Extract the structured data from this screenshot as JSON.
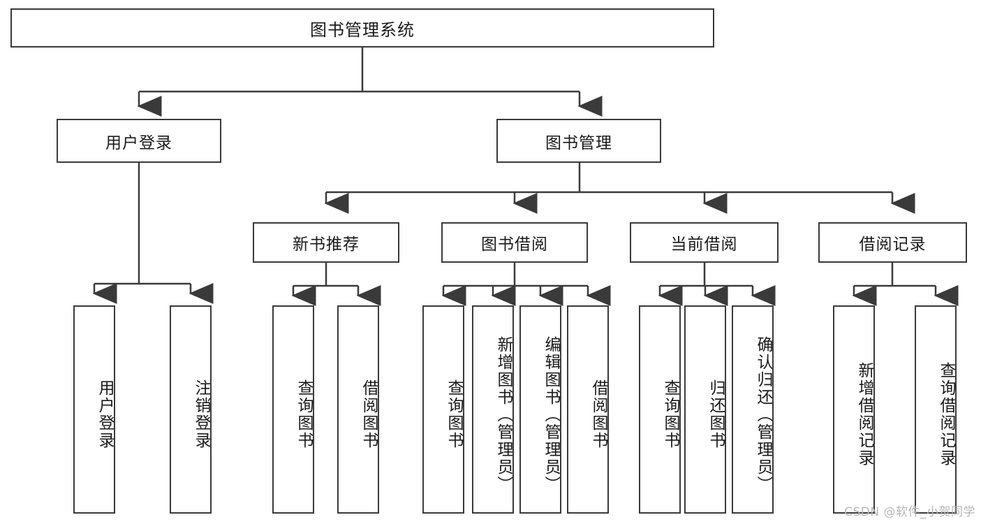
{
  "diagram": {
    "title_node": {
      "label": "图书管理系统"
    },
    "level2": [
      {
        "label": "用户登录"
      },
      {
        "label": "图书管理"
      }
    ],
    "level3": [
      {
        "label": "新书推荐"
      },
      {
        "label": "图书借阅"
      },
      {
        "label": "当前借阅"
      },
      {
        "label": "借阅记录"
      }
    ],
    "leaves": {
      "user_login": [
        {
          "label": "用户登录"
        },
        {
          "label": "注销登录"
        }
      ],
      "new_book_recommend": [
        {
          "label": "查询图书"
        },
        {
          "label": "借阅图书"
        }
      ],
      "book_borrow": [
        {
          "label": "查询图书"
        },
        {
          "label": "新增图书（管理员）"
        },
        {
          "label": "编辑图书（管理员）"
        },
        {
          "label": "借阅图书"
        }
      ],
      "current_borrow": [
        {
          "label": "查询图书"
        },
        {
          "label": "归还图书"
        },
        {
          "label": "确认归还（管理员）"
        }
      ],
      "borrow_records": [
        {
          "label": "新增借阅记录"
        },
        {
          "label": "查询借阅记录"
        }
      ]
    }
  },
  "watermark": {
    "text": "CSDN @软件_小贺同学"
  },
  "colors": {
    "stroke": "#3a3a3a",
    "background": "#ffffff",
    "text": "#1a1a1a",
    "watermark": "#b6b6b6"
  }
}
